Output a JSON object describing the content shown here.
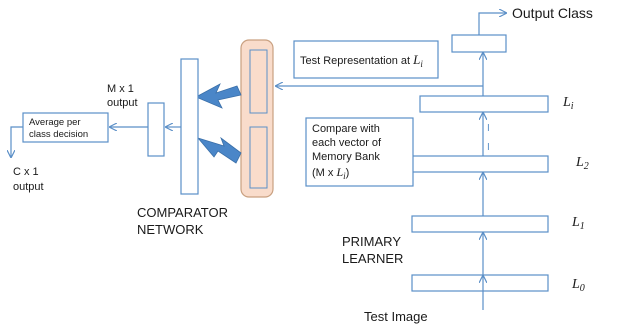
{
  "labels": {
    "output_class": "Output Class",
    "test_representation": "Test Representation at ",
    "test_representation_var": "L",
    "test_representation_sub": "i",
    "compare_line1": "Compare with",
    "compare_line2": "each vector of",
    "compare_line3": "Memory Bank",
    "compare_line4_prefix": "(M  x ",
    "compare_line4_var": "L",
    "compare_line4_sub": "i",
    "compare_line4_suffix": ")",
    "mx1_line1": "M x 1",
    "mx1_line2": "output",
    "average_line1": "Average per",
    "average_line2": "class decision",
    "cx1_line1": "C x 1",
    "cx1_line2": "output",
    "comparator_line1": "COMPARATOR",
    "comparator_line2": "NETWORK",
    "primary_line1": "PRIMARY",
    "primary_line2": "LEARNER",
    "test_image": "Test Image",
    "dash_mark": "I"
  },
  "layers": [
    {
      "var": "L",
      "sub": "i"
    },
    {
      "var": "L",
      "sub": "2"
    },
    {
      "var": "L",
      "sub": "1"
    },
    {
      "var": "L",
      "sub": "0"
    }
  ],
  "colors": {
    "line": "#5b8fc7",
    "block_arrow": "#4a86c8",
    "memory_fill": "#f9dccb",
    "memory_stroke": "#c9a080"
  }
}
